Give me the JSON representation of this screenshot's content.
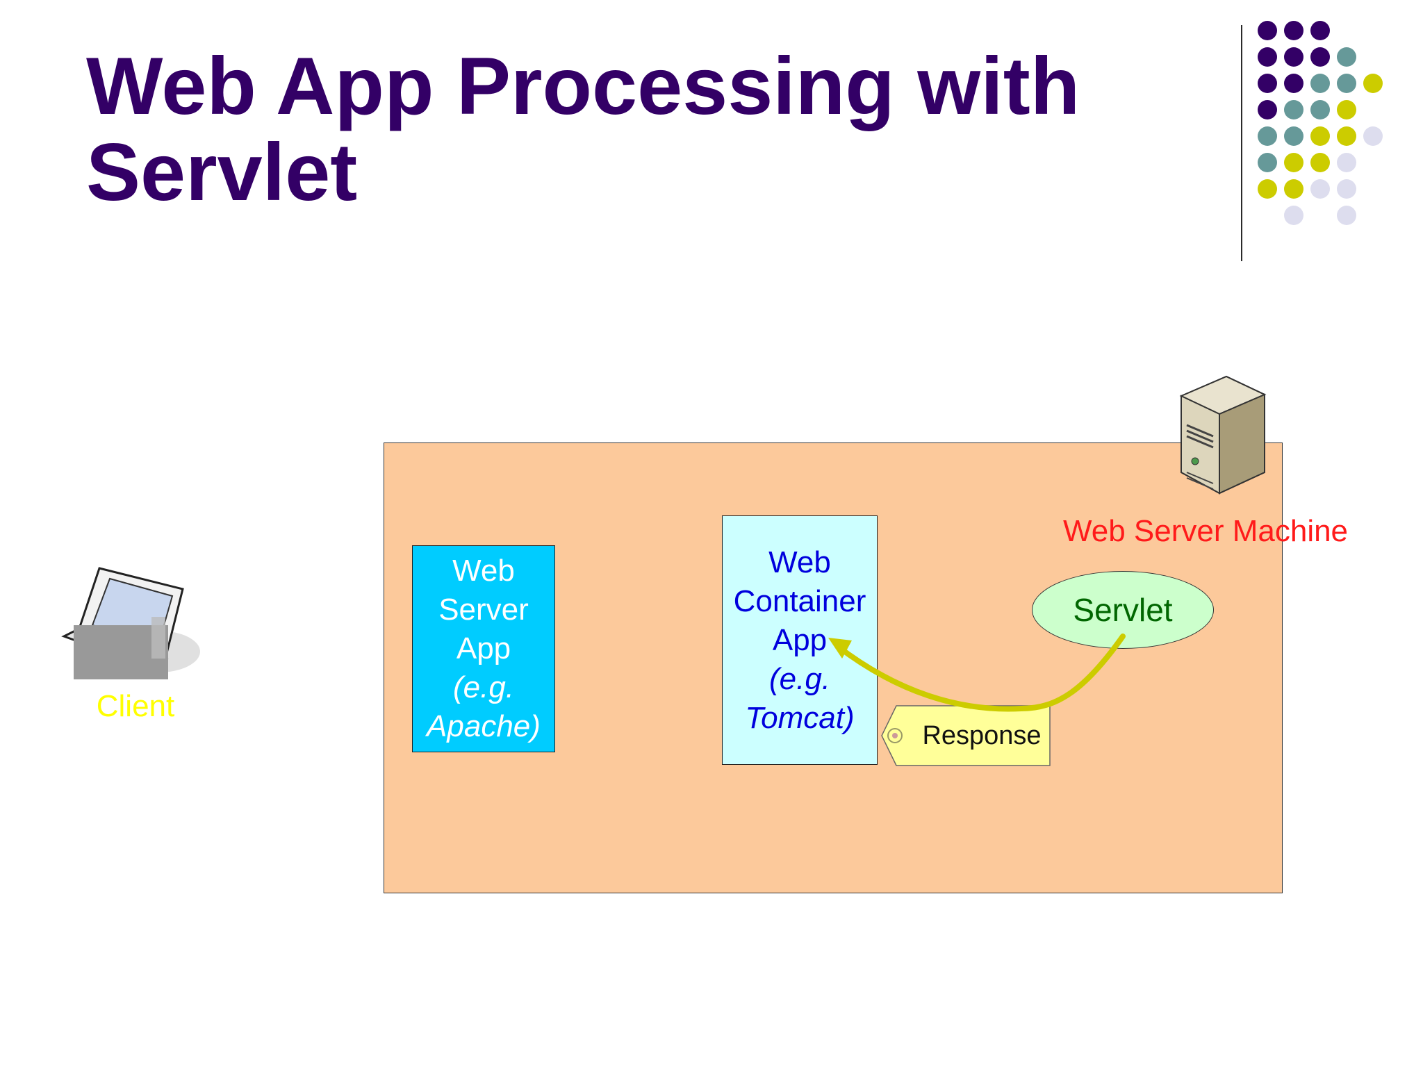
{
  "slide": {
    "title_line1": "Web App Processing with",
    "title_line2": "Servlet"
  },
  "diagram": {
    "web_server_app": {
      "line1": "Web",
      "line2": "Server",
      "line3": "App",
      "line4": "(e.g.",
      "line5": "Apache)"
    },
    "web_container_app": {
      "line1": "Web",
      "line2": "Container",
      "line3": "App",
      "line4": "(e.g.",
      "line5": "Tomcat)"
    },
    "servlet": "Servlet",
    "machine_label": "Web Server Machine",
    "client_label": "Client",
    "response_label": "Response"
  },
  "colors": {
    "title": "#330066",
    "machine_box": "#fcc99b",
    "web_server_app": "#00ccff",
    "web_container_app": "#ccffff",
    "servlet": "#ccffcc",
    "response_tag": "#ffff99",
    "arrow": "#cccc00",
    "machine_label": "#ff1a1a",
    "client_label": "#ffff00",
    "dot_purple": "#330066",
    "dot_teal": "#669999",
    "dot_olive": "#cccc00",
    "dot_lavender": "#ddddee"
  },
  "icons": {
    "client": "laptop-icon",
    "server": "server-tower-icon",
    "response": "tag-icon"
  }
}
